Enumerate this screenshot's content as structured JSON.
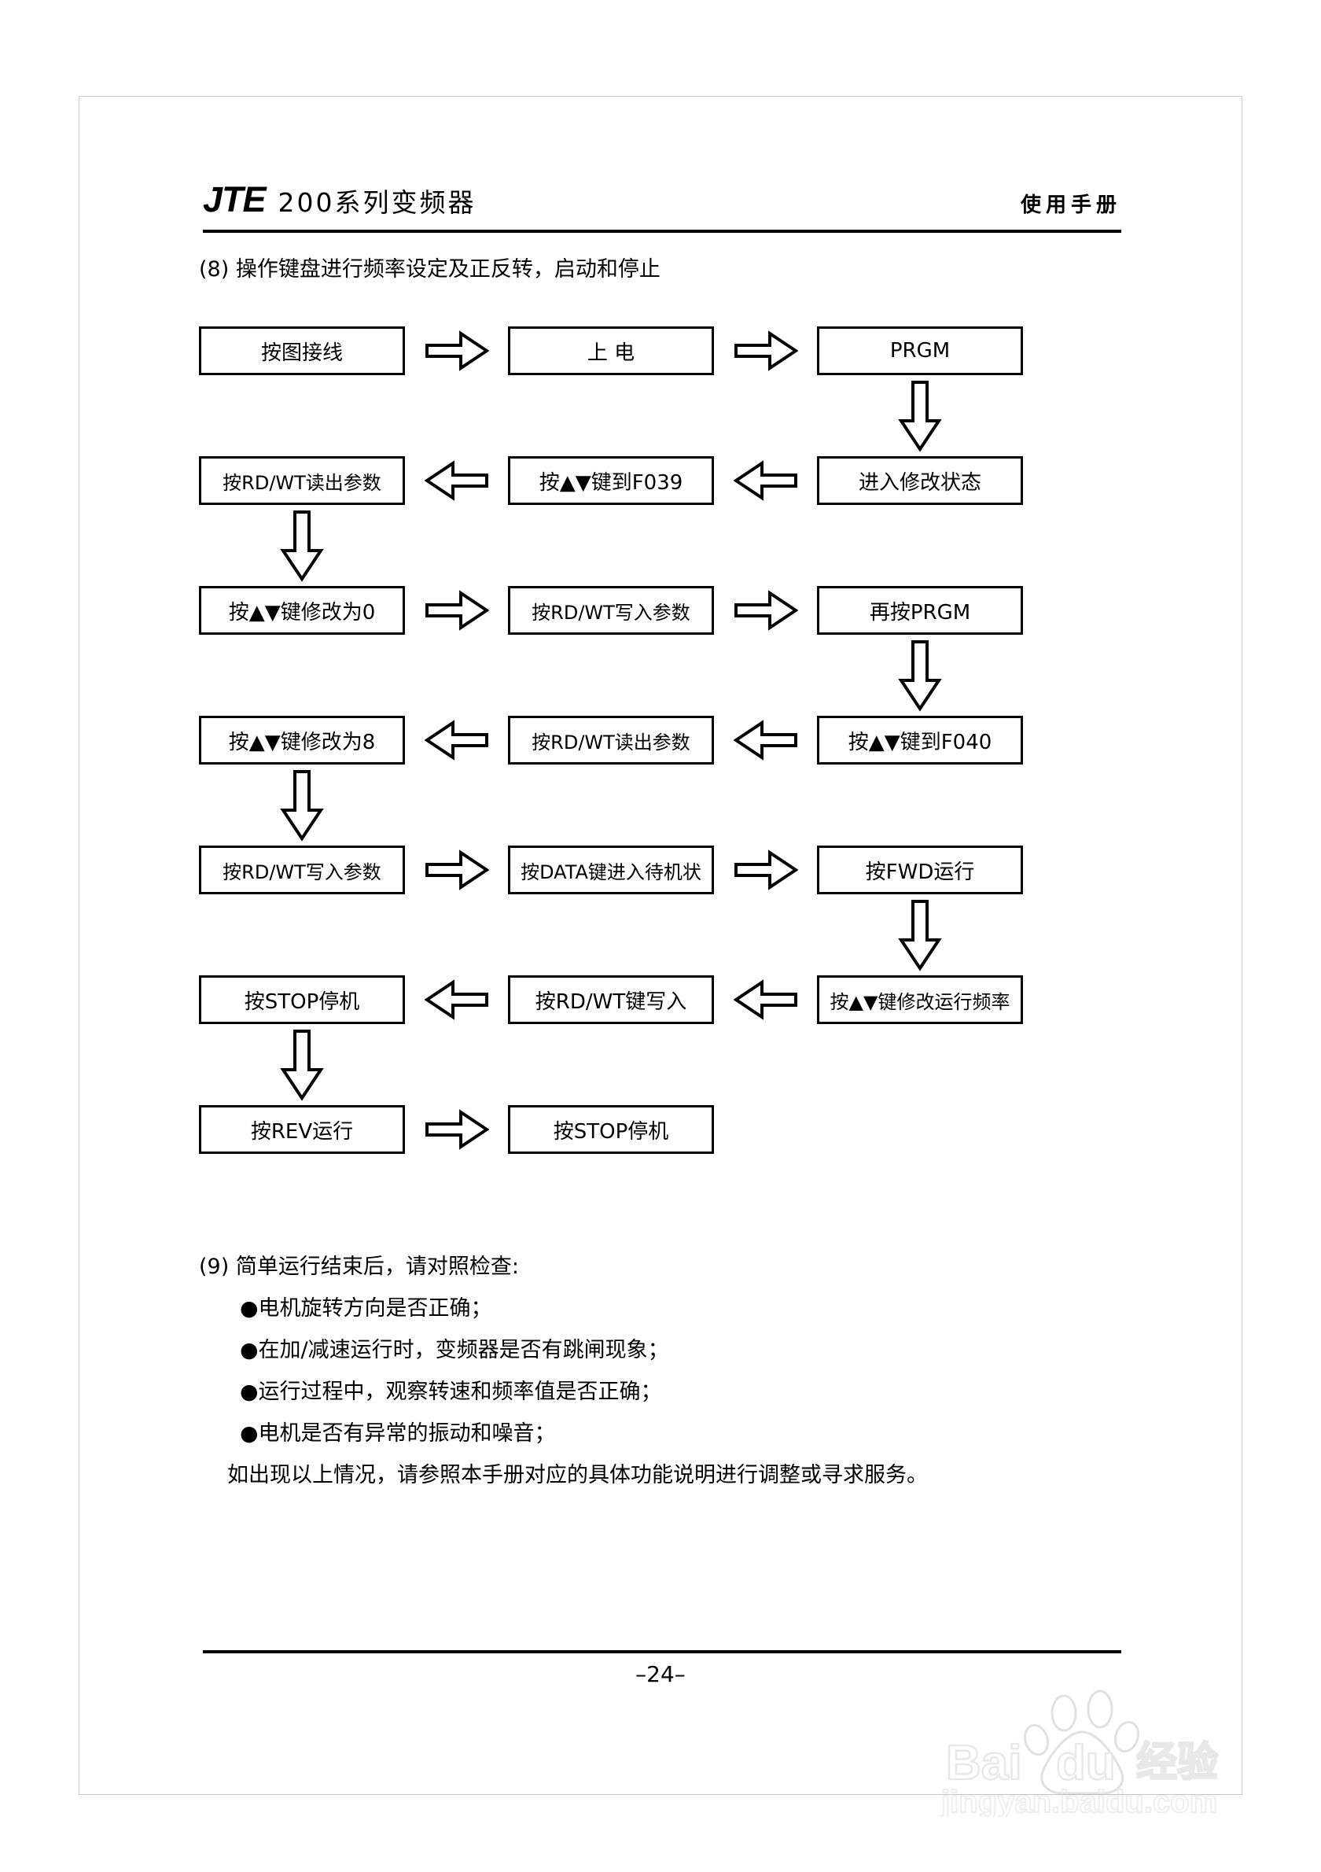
{
  "header": {
    "brand": "JTE",
    "series": "200系列变频器",
    "manual_label": "使用手册"
  },
  "section8": {
    "title": "(8) 操作键盘进行频率设定及正反转，启动和停止"
  },
  "flowchart": {
    "rows": [
      {
        "direction": "ltr",
        "boxes": [
          "按图接线",
          "上 电",
          "PRGM"
        ]
      },
      {
        "direction": "rtl",
        "boxes": [
          "按RD/WT读出参数",
          "按▲▼键到F039",
          "进入修改状态"
        ]
      },
      {
        "direction": "ltr",
        "boxes": [
          "按▲▼键修改为0",
          "按RD/WT写入参数",
          "再按PRGM"
        ]
      },
      {
        "direction": "rtl",
        "boxes": [
          "按▲▼键修改为8",
          "按RD/WT读出参数",
          "按▲▼键到F040"
        ]
      },
      {
        "direction": "ltr",
        "boxes": [
          "按RD/WT写入参数",
          "按DATA键进入待机状",
          "按FWD运行"
        ]
      },
      {
        "direction": "rtl",
        "boxes": [
          "按STOP停机",
          "按RD/WT键写入",
          "按▲▼键修改运行频率"
        ]
      },
      {
        "direction": "ltr",
        "boxes": [
          "按REV运行",
          "按STOP停机"
        ]
      }
    ]
  },
  "section9": {
    "title": "(9) 简单运行结束后，请对照检查:",
    "bullets": [
      "●电机旋转方向是否正确；",
      "●在加/减速运行时，变频器是否有跳闸现象；",
      "●运行过程中，观察转速和频率值是否正确；",
      "●电机是否有异常的振动和噪音；"
    ],
    "closing": "如出现以上情况，请参照本手册对应的具体功能说明进行调整或寻求服务。"
  },
  "footer": {
    "page_number": "–24–"
  },
  "watermark": {
    "brand": "Baidu",
    "brand_cn": "经验",
    "url": "jingyan.baidu.com"
  }
}
